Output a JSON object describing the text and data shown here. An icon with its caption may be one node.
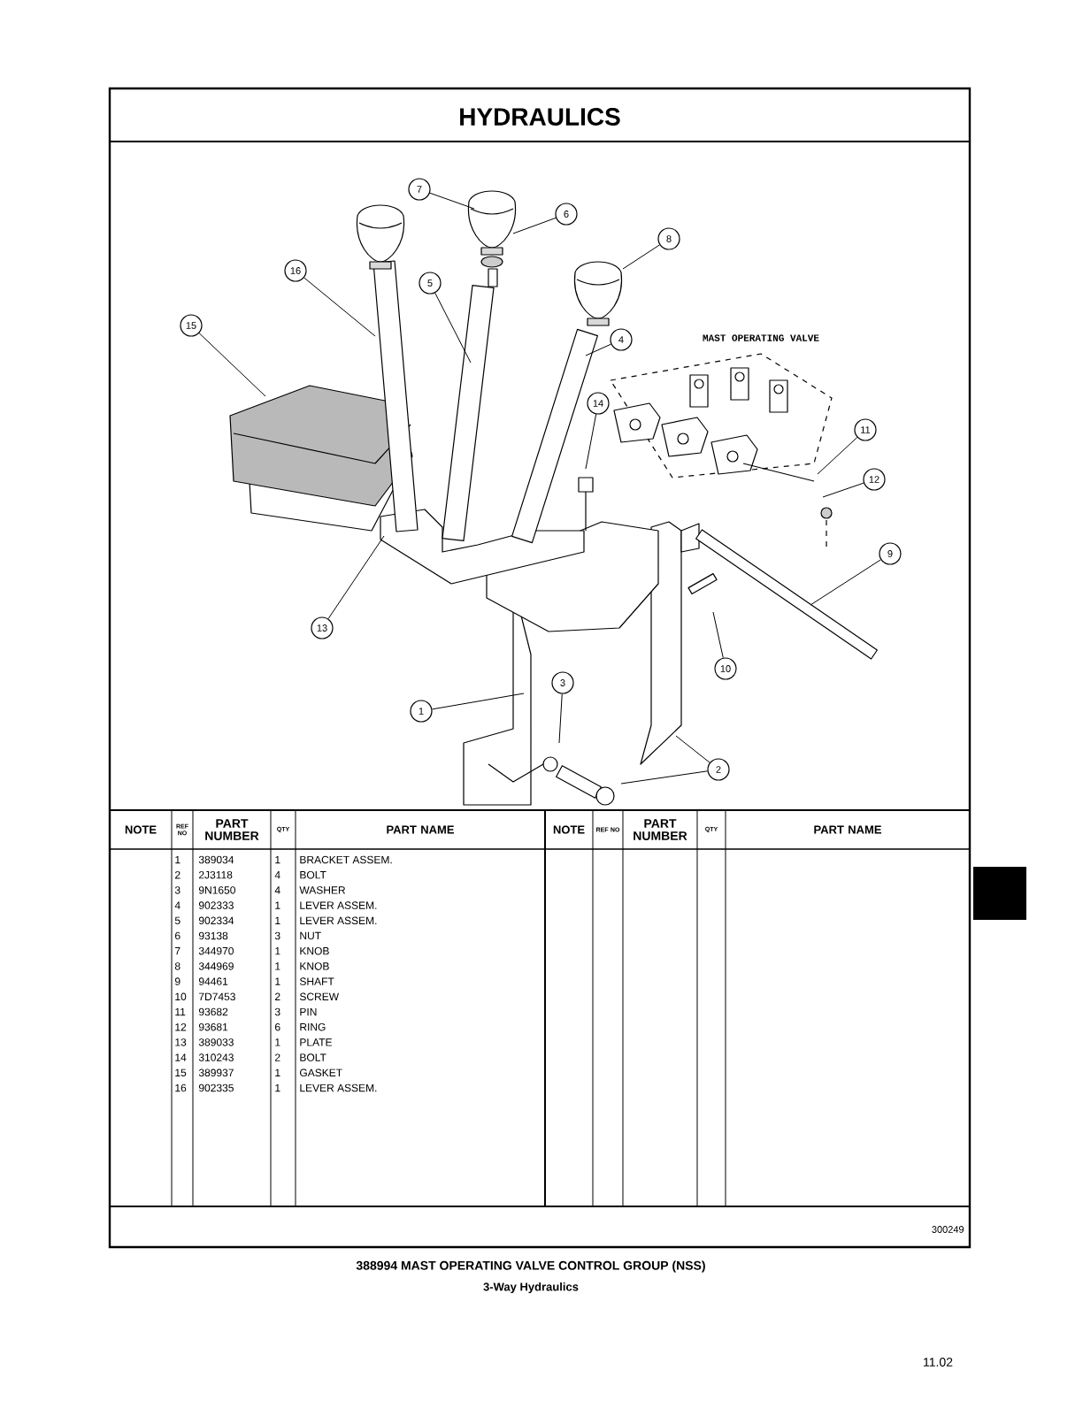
{
  "diagram": {
    "title": "HYDRAULICS",
    "caption": "388994 MAST OPERATING VALVE CONTROL GROUP (NSS)",
    "nodes": [
      {
        "text": [
          "7"
        ]
      },
      {
        "text": [
          "6"
        ]
      },
      {
        "text": [
          "8"
        ]
      },
      {
        "text": [
          "16"
        ]
      },
      {
        "text": [
          "5"
        ]
      },
      {
        "text": [
          "15"
        ]
      },
      {
        "text": [
          "4"
        ]
      },
      {
        "text": [
          "14"
        ]
      },
      {
        "text": [
          "11"
        ]
      },
      {
        "text": [
          "12"
        ]
      },
      {
        "text": [
          "9"
        ]
      },
      {
        "text": [
          "13"
        ]
      },
      {
        "text": [
          "10"
        ]
      },
      {
        "text": [
          "3"
        ]
      },
      {
        "text": [
          "1"
        ]
      },
      {
        "text": [
          "2"
        ]
      }
    ],
    "edges": [
      {
        "from": 0,
        "to": null,
        "arrow": "none"
      },
      {
        "from": 1,
        "to": null,
        "arrow": "none"
      },
      {
        "from": 2,
        "to": null,
        "arrow": "none"
      },
      {
        "from": 3,
        "to": null,
        "arrow": "none"
      },
      {
        "from": 4,
        "to": null,
        "arrow": "none"
      },
      {
        "from": 5,
        "to": null,
        "arrow": "none"
      },
      {
        "from": 6,
        "to": null,
        "arrow": "none"
      },
      {
        "from": 7,
        "to": null,
        "arrow": "none"
      },
      {
        "from": 8,
        "to": null,
        "arrow": "none"
      },
      {
        "from": 9,
        "to": null,
        "arrow": "none"
      },
      {
        "from": 10,
        "to": null,
        "arrow": "none"
      },
      {
        "from": 11,
        "to": null,
        "arrow": "none"
      },
      {
        "from": 12,
        "to": null,
        "arrow": "none"
      },
      {
        "from": 13,
        "to": null,
        "arrow": "none"
      },
      {
        "from": 14,
        "to": null,
        "arrow": "none"
      },
      {
        "from": 15,
        "to": null,
        "arrow": "none"
      },
      {
        "from": 15,
        "to": null,
        "arrow": "none"
      }
    ],
    "labels": [
      "MAST OPERATING VALVE",
      "NOTE",
      "REF NO",
      "PART NUMBER",
      "QTY",
      "PART NAME",
      "NOTE",
      "REF NO",
      "PART NUMBER",
      "QTY",
      "PART NAME",
      "1",
      "389034",
      "1",
      "BRACKET ASSEM.",
      "2",
      "2J3118",
      "4",
      "BOLT",
      "3",
      "9N1650",
      "4",
      "WASHER",
      "4",
      "902333",
      "1",
      "LEVER ASSEM.",
      "5",
      "902334",
      "1",
      "LEVER ASSEM.",
      "6",
      "93138",
      "3",
      "NUT",
      "7",
      "344970",
      "1",
      "KNOB",
      "8",
      "344969",
      "1",
      "KNOB",
      "9",
      "94461",
      "1",
      "SHAFT",
      "10",
      "7D7453",
      "2",
      "SCREW",
      "11",
      "93682",
      "3",
      "PIN",
      "12",
      "93681",
      "6",
      "RING",
      "13",
      "389033",
      "1",
      "PLATE",
      "14",
      "310243",
      "2",
      "BOLT",
      "15",
      "389937",
      "1",
      "GASKET",
      "16",
      "902335",
      "1",
      "LEVER ASSEM.",
      "300249",
      "3-Way Hydraulics",
      "11.02"
    ]
  }
}
